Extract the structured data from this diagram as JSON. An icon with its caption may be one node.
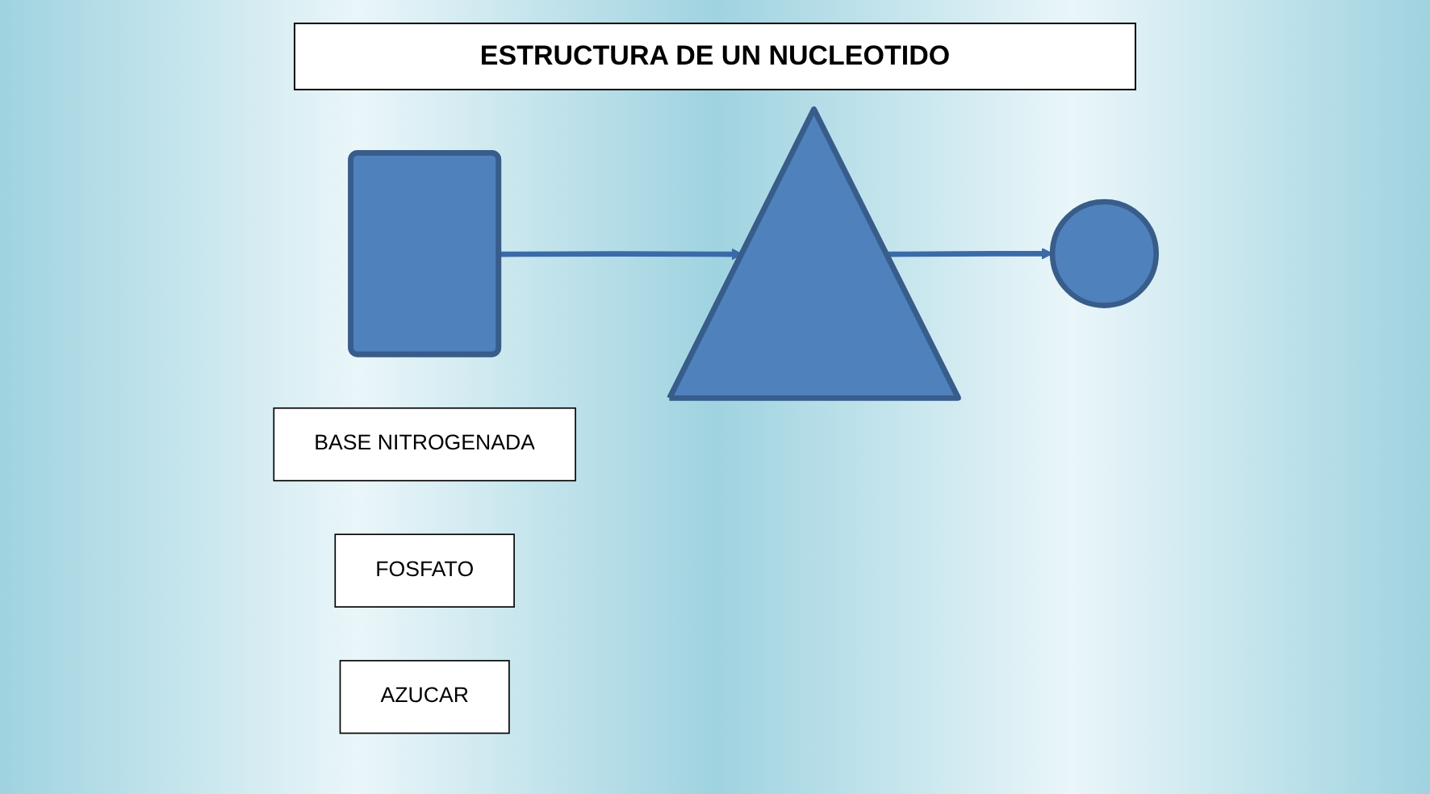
{
  "diagram": {
    "title": "ESTRUCTURA DE UN NUCLEOTIDO",
    "nodes": [
      {
        "text": [],
        "shape": "box"
      },
      {
        "text": [],
        "shape": "triangle"
      },
      {
        "text": [],
        "shape": "circle"
      },
      {
        "text": [
          "BASE NITROGENADA"
        ]
      },
      {
        "text": [
          "FOSFATO"
        ]
      },
      {
        "text": [
          "AZUCAR"
        ]
      }
    ],
    "edges": [
      {
        "from": 0,
        "to": 1,
        "arrow": "to"
      },
      {
        "from": 1,
        "to": 2,
        "arrow": "to"
      }
    ]
  }
}
